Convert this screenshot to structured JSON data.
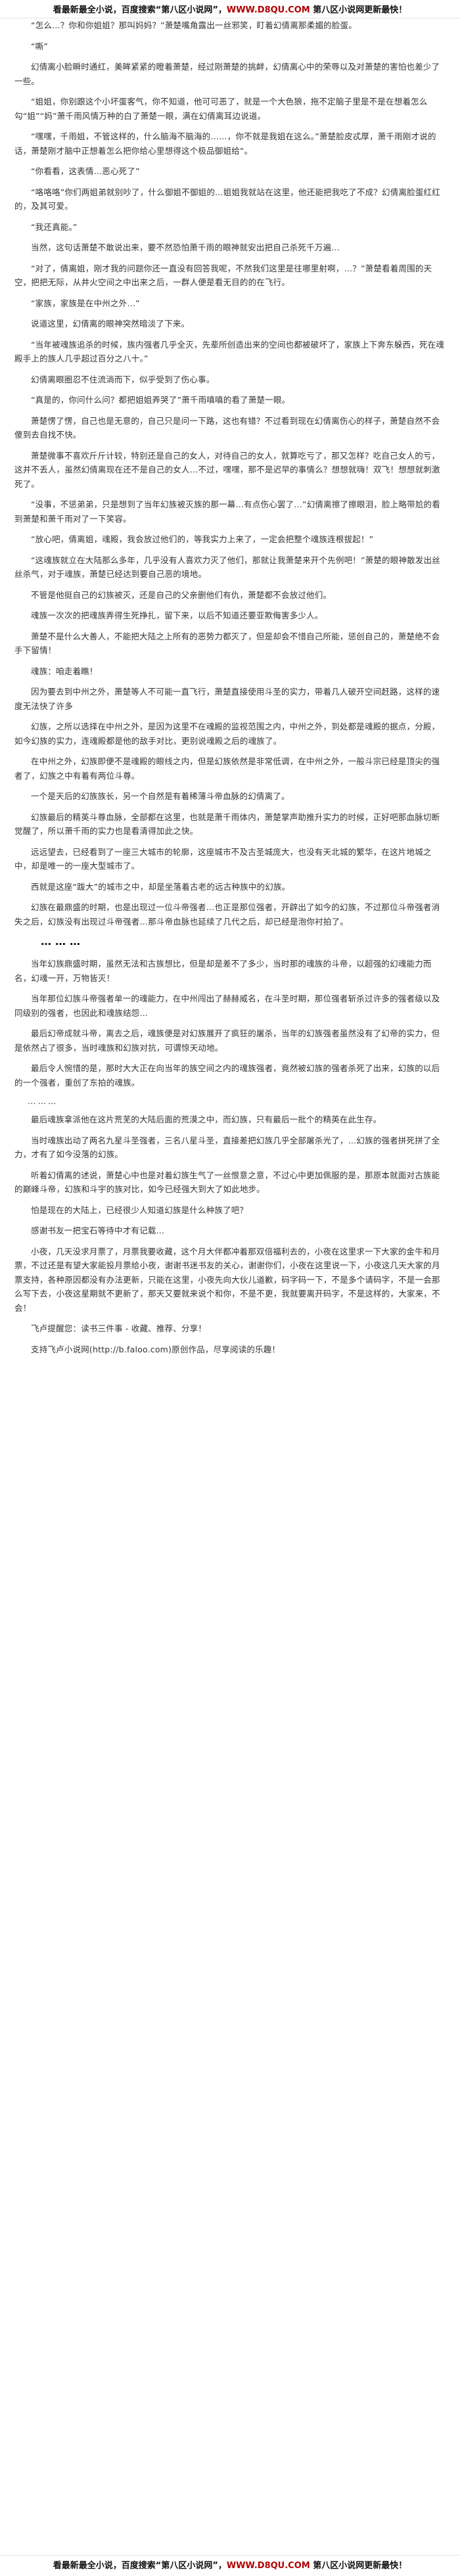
{
  "ads": {
    "top": {
      "prefix": "看最新最全小说，百度搜索“第八区小说网”，",
      "site": "WWW.D8QU.COM",
      "suffix": " 第八区小说网更新最快！"
    },
    "bottom": {
      "prefix": "看最新最全小说，百度搜索“第八区小说网”，",
      "site": "WWW.D8QU.COM",
      "suffix": " 第八区小说网更新最快！"
    }
  },
  "content": {
    "p1": "“怎么…？你和你姐姐？那叫妈妈？”萧楚嘴角露出一丝邪笑，盯着幻倩离那柔媚的脸蛋。",
    "p2": "“嘶”",
    "p3": "幻倩离小脸瞬时通红，美眸紧紧的瞪着萧楚，经过刚萧楚的挑衅，幻倩离心中的荣辱以及对萧楚的害怕也差少了一些。",
    "p4": "“姐姐，你别跟这个小坏蛋客气，你不知道，他可可恶了，就是一个大色狼，拖不定脑子里是不是在想着怎么勾“姐”“妈”萧千雨风情万种的白了萧楚一眼，满在幻倩离耳边说道。",
    "p5": "“嘿嘿，千雨姐，不管这样的，什么脑海不脑海的……，你不就是我姐在这么。”萧楚脸皮忒厚，萧千雨刚才说的话，萧楚刚才脑中正想着怎么把你给心里想得这个极品御姐给“。",
    "p6": "“你看看，这表情…恶心死了”",
    "p7": "“咯咯咯”你们两姐弟就别吵了，什么御姐不御姐的…姐姐我就站在这里，他还能把我吃了不成？幻倩离脸蛋红红的，及其可爱。",
    "p8": "“我还真能。”",
    "p9": "当然，这句话萧楚不敢说出来，要不然恐怕萧千雨的眼神就安出把自己杀死千万遍…",
    "p10": "“对了，倩离姐，刚才我的问题你还一直没有回答我呢，不然我们这里是往哪里射啊，…？”萧楚看着周围的天空，把把无际，从井火空间之中出来之后，一群人便是看无目的的在飞行。",
    "p11": "“家族，家族是在中州之外…”",
    "p12": "说道这里，幻倩离的眼神突然暗淡了下来。",
    "p13": "“当年被魂族追杀的时候，族内强者几乎全灭，先辈所创造出来的空间也都被破坏了，家族上下奔东躲西，死在魂殿手上的族人几乎超过百分之八十。”",
    "p14": "幻倩离眼圈忍不住流淌而下，似乎受到了伤心事。",
    "p15": "“真是的，你问什么问？都把姐姐弄哭了”萧千雨嗔嗔的看了萧楚一眼。",
    "p16": "萧楚愣了愣，自己也是无意的，自己只是问一下路，这也有错？不过看到现在幻倩离伤心的样子，萧楚自然不会傻到去自找不快。",
    "p17": "萧楚微事不喜欢斤斤计较，特别还是自己的女人，对待自己的女人，就算吃亏了，那又怎样？吃自己女人的亏，这并不丢人，虽然幻倩离现在还不是自己的女人…不过，嘿嘿，那不是迟早的事情么？想想就嗨！双飞！想想就刺激死了。",
    "p18": "“没事，不惩弟弟，只是想到了当年幻族被灭族的那一幕…有点伤心罢了…”幻倩离擦了擦眼泪，脸上略带尬的看到萧楚和萧千雨对了一下笑容。",
    "p19": "“放心吧，倩离姐，魂殿，我会放过他们的，等我实力上来了，一定会把整个魂族连根拔起！”",
    "p20": "“这魂族就立在大陆那么多年，几乎没有人喜欢力灭了他们，那就让我萧楚来开个先例吧！”萧楚的眼神散发出丝丝杀气，对于魂族，萧楚已经达到要自己恶的境地。",
    "p21": "不管是他挺自己的幻族被灭，还是自己的父亲删他们有仇，萧楚都不会放过他们。",
    "p22": "魂族一次次的把魂族弄得生死挣扎，留下来，以后不知道还要亚欺侮害多少人。",
    "p23": "萧楚不是什么大善人，不能把大陆之上所有的恶势力都灭了，但是却会不惜自己所能，惩创自己的，萧楚绝不会手下留情！",
    "p24": "魂族：咱走着瞧！",
    "p25": "因为要去到中州之外，萧楚等人不可能一直飞行，萧楚直接使用斗圣的实力，带着几人破开空间赶路，这样的速度无法快了许多",
    "p26": "幻族，之所以选择在中州之外，是因为这里不在魂殿的监视范围之内，中州之外，到处都是魂殿的据点，分殿，如今幻族的实力，连魂殿都是他的敌手对比，更别说魂殿之后的魂族了。",
    "p27": "在中州之外，幻族即便不是魂殿的眼线之内，但是幻族依然是非常低调，在中州之外，一般斗宗已经是顶尖的强者了，幻族之中有着有两位斗尊。",
    "p28": "一个是天后的幻族族长，另一个自然是有着稀薄斗帝血脉的幻倩离了。",
    "p29": "幻族最后的精英斗尊血脉，全部都在这里，也就是萧千雨体内，萧楚掌声助推升实力的时候，正好吧那血脉切断觉醒了，所以萧千雨的实力也是看清得加此之快。",
    "p30": "远远望去，已经看到了一座三大城市的轮廓，这座城市不及古圣城庞大，也没有天北城的繁华，在这片地城之中，却是唯一的一座大型城市了。",
    "p31": "西就是这座“跋大”的城市之中，却是坐落着古老的远古种族中的幻族。",
    "p32": "幻族在最鼎盛的时期，也是出现过一位斗帝强者…也正是那位强者，开辟出了如今的幻族，不过那位斗帝强者消失之后，幻族没有出现过斗帝强者…那斗帝血脉也延续了几代之后，却已经是泡你衬拍了。",
    "div1": "………",
    "p33": "当年幻族鼎盛时期，虽然无法和古族想比，但是却是差不了多少，当时那的魂族的斗帝，以超强的幻魂能力而名，幻魂一开，万物皆灭！",
    "p34": "当年那位幻族斗帝强者单一的魂能力，在中州闯出了赫赫威名，在斗圣时期，那位强者斩杀过许多的强者级以及同级别的强者，也因此和魂族结怨…",
    "p35": "最后幻帝成就斗帝，离去之后，魂族便是对幻族展开了疯狂的屠杀，当年的幻族强者虽然没有了幻帝的实力，但是依然占了很多，当时魂族和幻族对抗，可谓惊天动地。",
    "p36": "最后令人惋惜的是，那时大大正在向当年的族空间之内的魂族强者，竟然被幻族的强者杀死了出来，幻族的以后的一个强者，重创了东拍的魂族。",
    "dots1": "………",
    "p37": "最后魂族拿派他在这片荒芜的大陆后面的荒漠之中，而幻族，只有最后一批个的精英在此生存。",
    "p38": "当时魂族出动了两名九星斗圣强者，三名八星斗圣，直接差把幻族几乎全部屠杀光了，…幻族的强者拼死拼了全力，才有了如今没落的幻族。",
    "p39": "听着幻倩离的述说，萧楚心中也是对着幻族生气了一丝恨意之意，不过心中更加佩服的是，那原本就面对古族能的巅峰斗帝，幻族和斗宇的族对比，如今已经强大到大了如此地步。",
    "p40": "怕是现在的大陆上，已经很少人知道幻族是什么种族了吧？",
    "p41": "感谢书友一把宝石等待中才有记载…",
    "p42": "小夜，几天没求月票了，月票我要收藏，这个月大伴都冲着那双倍福利去的，小夜在这里求一下大家的金牛和月票，不过还是有望大家能投月票给小夜，谢谢书迷书友的关心，谢谢你们，小夜在这里说一下，小夜这几天大家的月票支持，各种原因都没有办法更新，只能在这里，小夜先向大伙儿道歉，码字码一下，不是多个请码字，不是一会那么写下去，小夜这星期就不更新了，那天又要就来说个和你，不是不更，我就要离开码字，不是这样的，大家来，不会！",
    "p43": "飞卢提醒您：读书三件事 - 收藏、推荐、分享！",
    "p44": "支持飞卢小说网(http://b.faloo.com)原创作品，尽享阅读的乐趣！"
  }
}
